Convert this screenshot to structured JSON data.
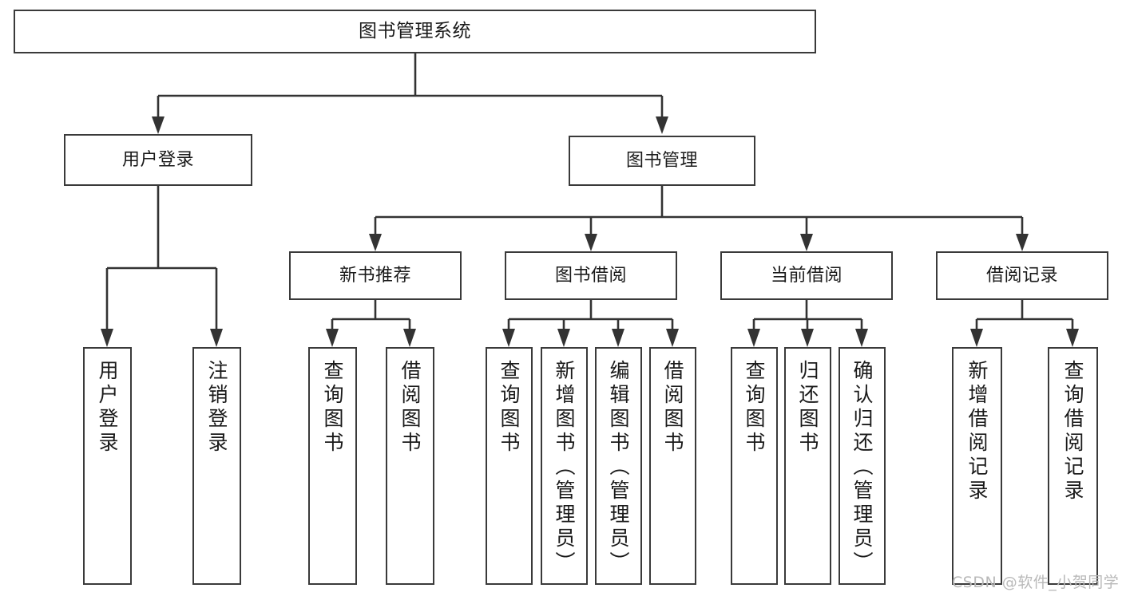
{
  "diagram": {
    "type": "tree",
    "title": "图书管理系统",
    "root": {
      "label": "图书管理系统"
    },
    "level2": [
      {
        "label": "用户登录"
      },
      {
        "label": "图书管理"
      }
    ],
    "level3": [
      {
        "label": "新书推荐"
      },
      {
        "label": "图书借阅"
      },
      {
        "label": "当前借阅"
      },
      {
        "label": "借阅记录"
      }
    ],
    "leaves": {
      "user_login": [
        {
          "label": "用户登录"
        },
        {
          "label": "注销登录"
        }
      ],
      "new_book_recommend": [
        {
          "label": "查询图书"
        },
        {
          "label": "借阅图书"
        }
      ],
      "book_borrow": [
        {
          "label": "查询图书"
        },
        {
          "label": "新增图书（管理员）"
        },
        {
          "label": "编辑图书（管理员）"
        },
        {
          "label": "借阅图书"
        }
      ],
      "current_borrow": [
        {
          "label": "查询图书"
        },
        {
          "label": "归还图书"
        },
        {
          "label": "确认归还（管理员）"
        }
      ],
      "borrow_record": [
        {
          "label": "新增借阅记录"
        },
        {
          "label": "查询借阅记录"
        }
      ]
    }
  },
  "watermark": {
    "text": "CSDN @软件_小贺同学"
  },
  "colors": {
    "box_border": "#3a3a3a",
    "connector": "#333333",
    "background": "#ffffff",
    "watermark": "#b9b9b9"
  }
}
